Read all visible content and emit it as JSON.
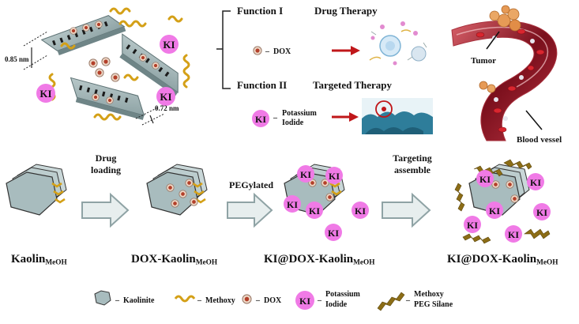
{
  "top": {
    "func1": {
      "title": "Function I",
      "subtitle": "Drug Therapy",
      "legend": "DOX"
    },
    "func2": {
      "title": "Function II",
      "subtitle": "Targeted Therapy",
      "legend_line1": "Potassium",
      "legend_line2": "Iodide"
    },
    "dims": {
      "d1": "0.85 nm",
      "d2": "0.72 nm"
    },
    "ki": "KI",
    "vessel": {
      "tumor": "Tumor",
      "blood": "Blood vessel"
    }
  },
  "steps": [
    {
      "label": "Kaolin",
      "sub": "MeOH"
    },
    {
      "label": "DOX-Kaolin",
      "sub": "MeOH"
    },
    {
      "label": "KI@DOX-Kaolin",
      "sub": "MeOH"
    },
    {
      "label": "KI@DOX-Kaolin",
      "sub": "MeOH"
    }
  ],
  "arrows": [
    {
      "line1": "Drug",
      "line2": "loading"
    },
    {
      "line1": "PEGylated",
      "line2": ""
    },
    {
      "line1": "Targeting",
      "line2": "assemble"
    }
  ],
  "legend": {
    "kaolinite": "Kaolinite",
    "methoxy": "Methoxy",
    "dox": "DOX",
    "ki": "KI",
    "potassium": "Potassium",
    "iodide": "Iodide",
    "peg1": "Methoxy",
    "peg2": "PEG Silane"
  },
  "colors": {
    "plate": "#9fb3b5",
    "plate_edge": "#5d7274",
    "ki": "#f07ae6",
    "methoxy": "#d4a017",
    "dox_outer": "#c9a08a",
    "dox_inner": "#b4452e",
    "peg": "#8c6d16",
    "arrow": "#c7d3d4",
    "red": "#c0171a"
  }
}
